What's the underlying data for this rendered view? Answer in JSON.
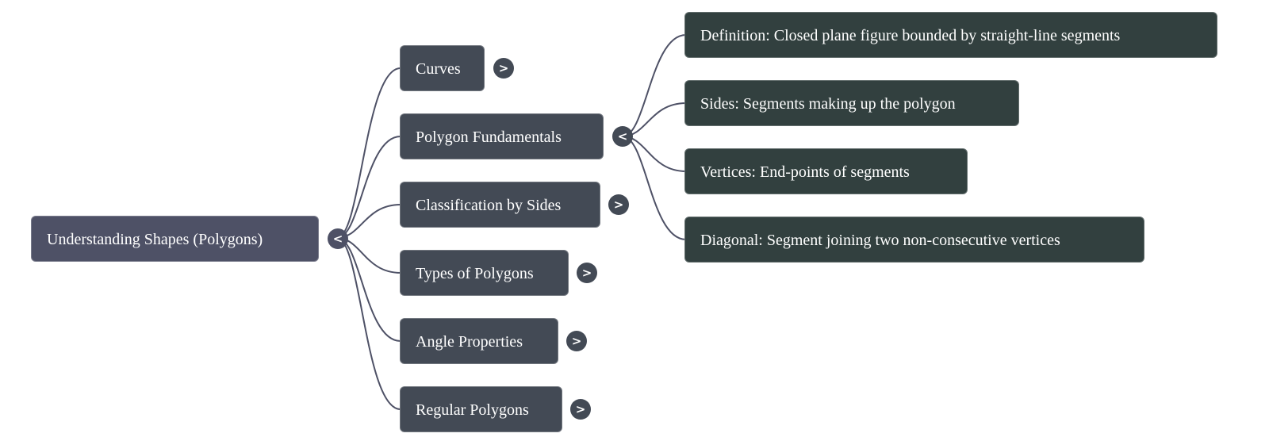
{
  "root": {
    "label": "Understanding Shapes (Polygons)",
    "toggle": "<",
    "expanded": true
  },
  "branches": [
    {
      "label": "Curves",
      "toggle": ">",
      "expanded": false
    },
    {
      "label": "Polygon Fundamentals",
      "toggle": "<",
      "expanded": true,
      "children": [
        "Definition: Closed plane figure bounded by straight-line segments",
        "Sides: Segments making up the polygon",
        "Vertices: End-points of segments",
        "Diagonal: Segment joining two non-consecutive vertices"
      ]
    },
    {
      "label": "Classification by Sides",
      "toggle": ">",
      "expanded": false
    },
    {
      "label": "Types of Polygons",
      "toggle": ">",
      "expanded": false
    },
    {
      "label": "Angle Properties",
      "toggle": ">",
      "expanded": false
    },
    {
      "label": "Regular Polygons",
      "toggle": ">",
      "expanded": false
    }
  ],
  "colors": {
    "root": "#4e5166",
    "branch": "#434a55",
    "leaf": "#32403f",
    "link": "#4e5166"
  }
}
